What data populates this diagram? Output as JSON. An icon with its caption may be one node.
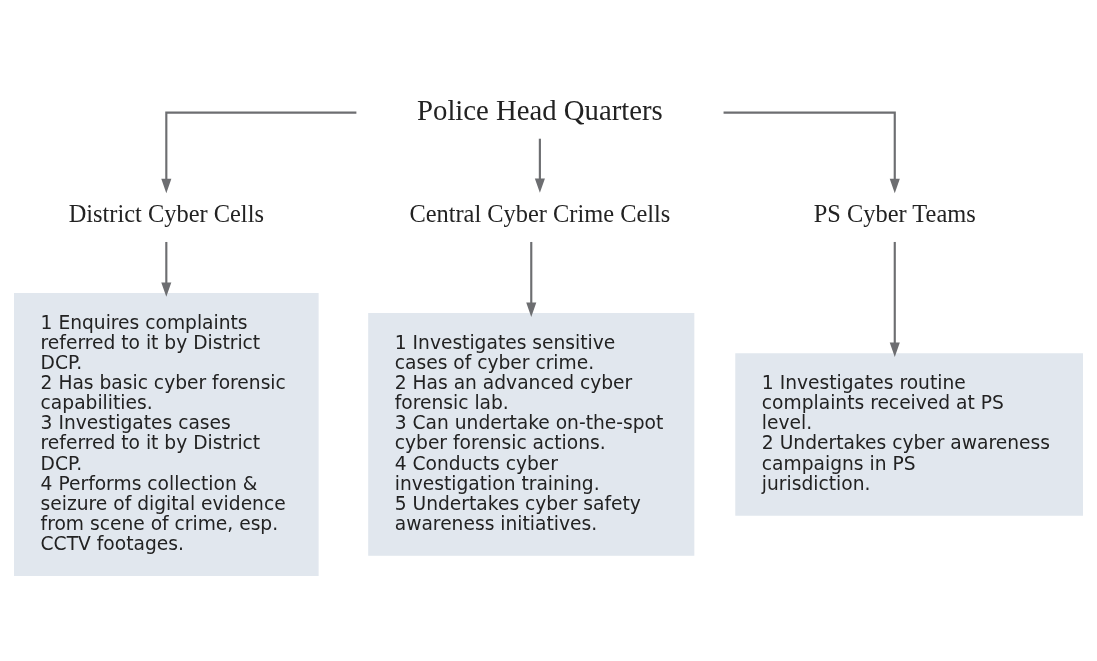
{
  "diagram": {
    "nodes": [
      {
        "text": [
          "Police Head Quarters"
        ]
      },
      {
        "text": [
          "District Cyber Cells"
        ]
      },
      {
        "text": [
          "Central Cyber Crime Cells"
        ]
      },
      {
        "text": [
          "PS Cyber Teams"
        ]
      },
      {
        "text": [
          "1 Enquires complaints referred to it by District DCP.",
          "2 Has basic cyber forensic capabilities.",
          "3 Investigates cases referred to it by District DCP.",
          "4 Performs collection & seizure of digital evidence from scene of crime, esp. CCTV footages."
        ]
      },
      {
        "text": [
          "1 Investigates sensitive cases of cyber crime.",
          "2 Has an advanced cyber forensic lab.",
          "3 Can undertake on-the-spot cyber forensic actions.",
          "4 Conducts cyber investigation training.",
          "5 Undertakes cyber safety awareness initiatives."
        ]
      },
      {
        "text": [
          "1 Investigates routine complaints received at PS level.",
          "2 Undertakes cyber awareness campaigns in PS jurisdiction."
        ]
      }
    ],
    "edges": [
      {
        "from": 0,
        "to": 1,
        "arrow": "to"
      },
      {
        "from": 0,
        "to": 2,
        "arrow": "to"
      },
      {
        "from": 0,
        "to": 3,
        "arrow": "to"
      },
      {
        "from": 1,
        "to": 4,
        "arrow": "to"
      },
      {
        "from": 2,
        "to": 5,
        "arrow": "to"
      },
      {
        "from": 3,
        "to": 6,
        "arrow": "to"
      }
    ]
  }
}
